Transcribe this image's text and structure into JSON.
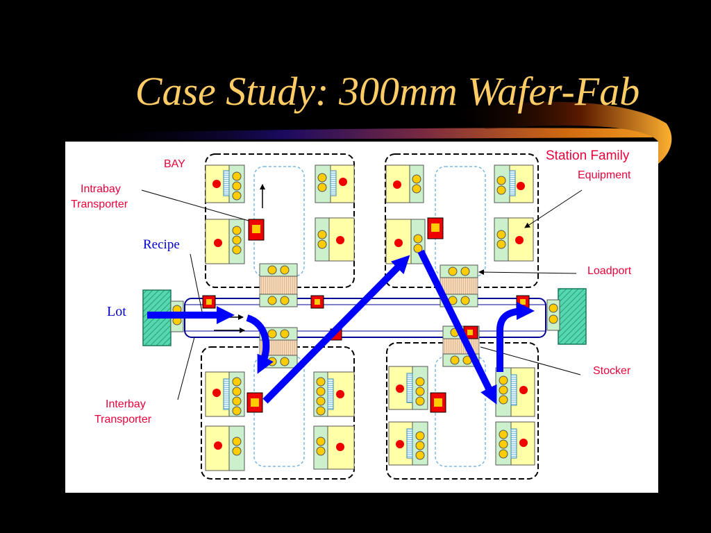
{
  "slide": {
    "title": "Case Study: 300mm Wafer-Fab"
  },
  "diagram": {
    "labels": {
      "bay": "BAY",
      "intrabay_line1": "Intrabay",
      "intrabay_line2": "Transporter",
      "recipe": "Recipe",
      "lot": "Lot",
      "interbay_line1": "Interbay",
      "interbay_line2": "Transporter",
      "station_family": "Station Family",
      "equipment": "Equipment",
      "loadport": "Loadport",
      "stocker": "Stocker"
    }
  },
  "colors": {
    "background": "#000000",
    "title": "#ffcc66",
    "label_red": "#e8003a",
    "label_blue": "#0000cc",
    "flow_arrow": "#0000ff",
    "bay_outline": "#000000",
    "track": "#000099",
    "equipment_fill": "#ffffa8",
    "loadport_fill": "#ccf0cc",
    "wafer_yellow": "#ffcc00",
    "red_marker": "#ee0000",
    "stocker_fill": "#55d8b0"
  }
}
